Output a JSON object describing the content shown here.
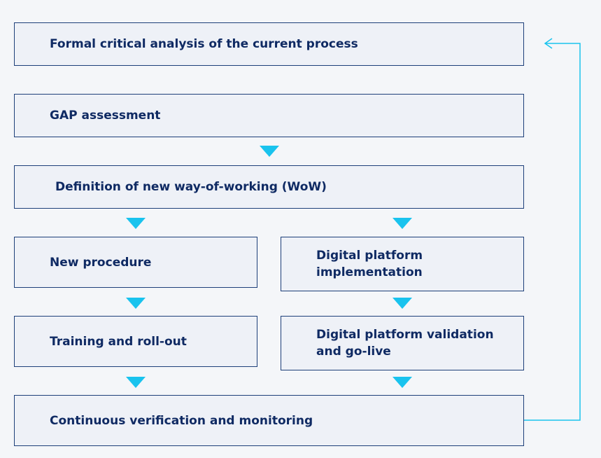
{
  "flow": {
    "step1": "Formal critical analysis of the current process",
    "step2": "GAP assessment",
    "step3": "Definition of new way-of-working (WoW)",
    "step4_left": "New procedure",
    "step4_right": "Digital platform implementation",
    "step5_left": "Training and roll-out",
    "step5_right": "Digital platform validation and go-live",
    "step6": "Continuous verification and monitoring"
  },
  "colors": {
    "box_border": "#1d3f79",
    "box_fill": "#eef1f7",
    "text": "#0f2a63",
    "arrow": "#19c3ee"
  }
}
